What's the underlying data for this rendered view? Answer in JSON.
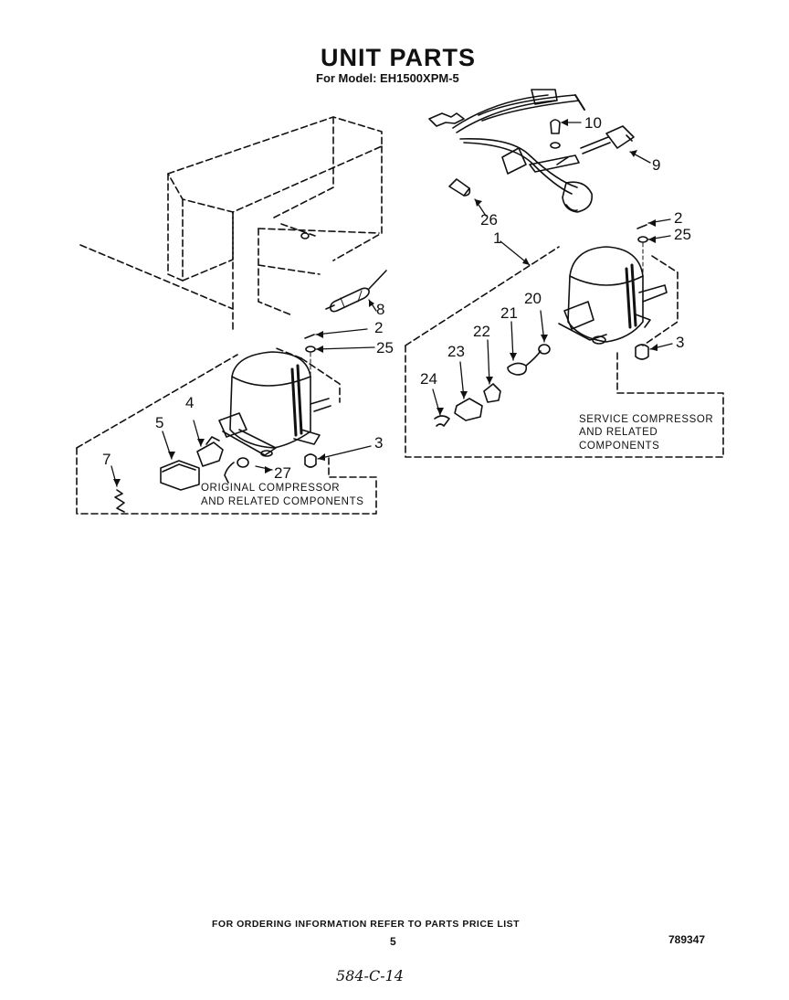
{
  "header": {
    "title": "UNIT PARTS",
    "model_line": "For Model: EH1500XPM-5"
  },
  "callouts": {
    "c1": "1",
    "c2a": "2",
    "c2b": "2",
    "c3a": "3",
    "c3b": "3",
    "c4": "4",
    "c5": "5",
    "c7": "7",
    "c8": "8",
    "c9": "9",
    "c10": "10",
    "c20": "20",
    "c21": "21",
    "c22": "22",
    "c23": "23",
    "c24": "24",
    "c25a": "25",
    "c25b": "25",
    "c26": "26",
    "c27": "27"
  },
  "groups": {
    "original": [
      "ORIGINAL COMPRESSOR",
      "AND RELATED COMPONENTS"
    ],
    "service": [
      "SERVICE COMPRESSOR",
      "AND RELATED",
      "COMPONENTS"
    ]
  },
  "footer": {
    "ordering_note": "FOR ORDERING INFORMATION REFER TO PARTS PRICE LIST",
    "page_number": "5",
    "doc_number": "789347",
    "handwritten_note": "584-C-14"
  }
}
